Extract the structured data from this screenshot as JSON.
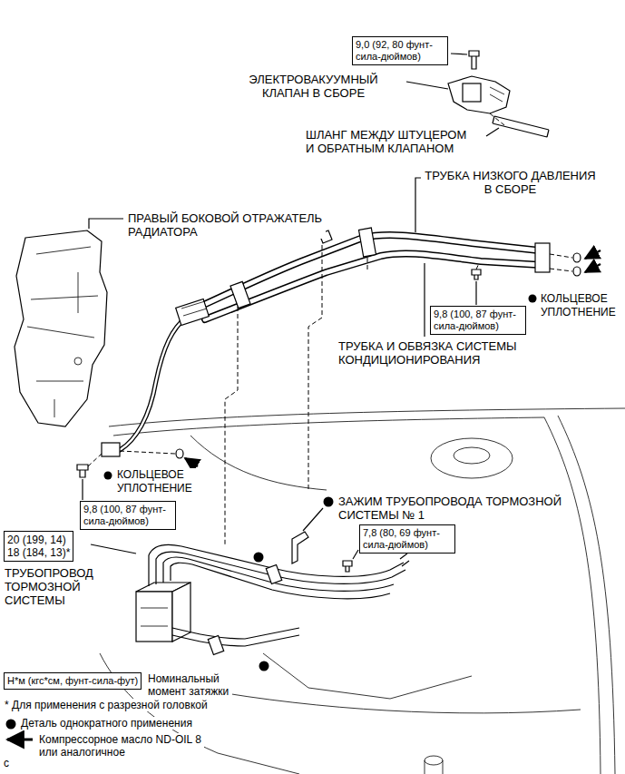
{
  "diagram": {
    "nodes": [
      {
        "text": [
          "9,0 (92, 80 фунт-сила-дюймов)"
        ]
      },
      {
        "text": [
          "9,8 (100, 87 фунт-сила-дюймов)"
        ]
      },
      {
        "text": [
          "9,8 (100, 87 фунт-сила-дюймов)"
        ]
      },
      {
        "text": [
          "7,8 (80, 69 фунт-сила-дюймов)"
        ]
      },
      {
        "text": [
          "20 (199, 14)",
          "18 (184, 13)*"
        ]
      },
      {
        "text": [
          "Н*м (кгс*см, фунт-сила-фут)"
        ]
      }
    ],
    "labels": [
      "ЭЛЕКТРОВАКУУМНЫЙ КЛАПАН В СБОРЕ",
      "ШЛАНГ МЕЖДУ ШТУЦЕРОМ И ОБРАТНЫМ КЛАПАНОМ",
      "ТРУБКА НИЗКОГО ДАВЛЕНИЯ В СБОРЕ",
      "ПРАВЫЙ БОКОВОЙ ОТРАЖАТЕЛЬ РАДИАТОРА",
      "КОЛЬЦЕВОЕ УПЛОТНЕНИЕ",
      "ТРУБКА И ОБВЯЗКА СИСТЕМЫ КОНДИЦИОНИРОВАНИЯ",
      "КОЛЬЦЕВОЕ УПЛОТНЕНИЕ",
      "ЗАЖИМ ТРУБОПРОВОДА ТОРМОЗНОЙ СИСТЕМЫ № 1",
      "ТРУБОПРОВОД ТОРМОЗНОЙ СИСТЕМЫ",
      "c"
    ],
    "legend": [
      {
        "text": "Номинальный момент затяжки"
      },
      {
        "text": "* Для применения с разрезной головкой"
      },
      {
        "text": "Деталь однократного применения"
      },
      {
        "text": "Компрессорное масло ND-OIL 8 или аналогичное"
      }
    ]
  }
}
